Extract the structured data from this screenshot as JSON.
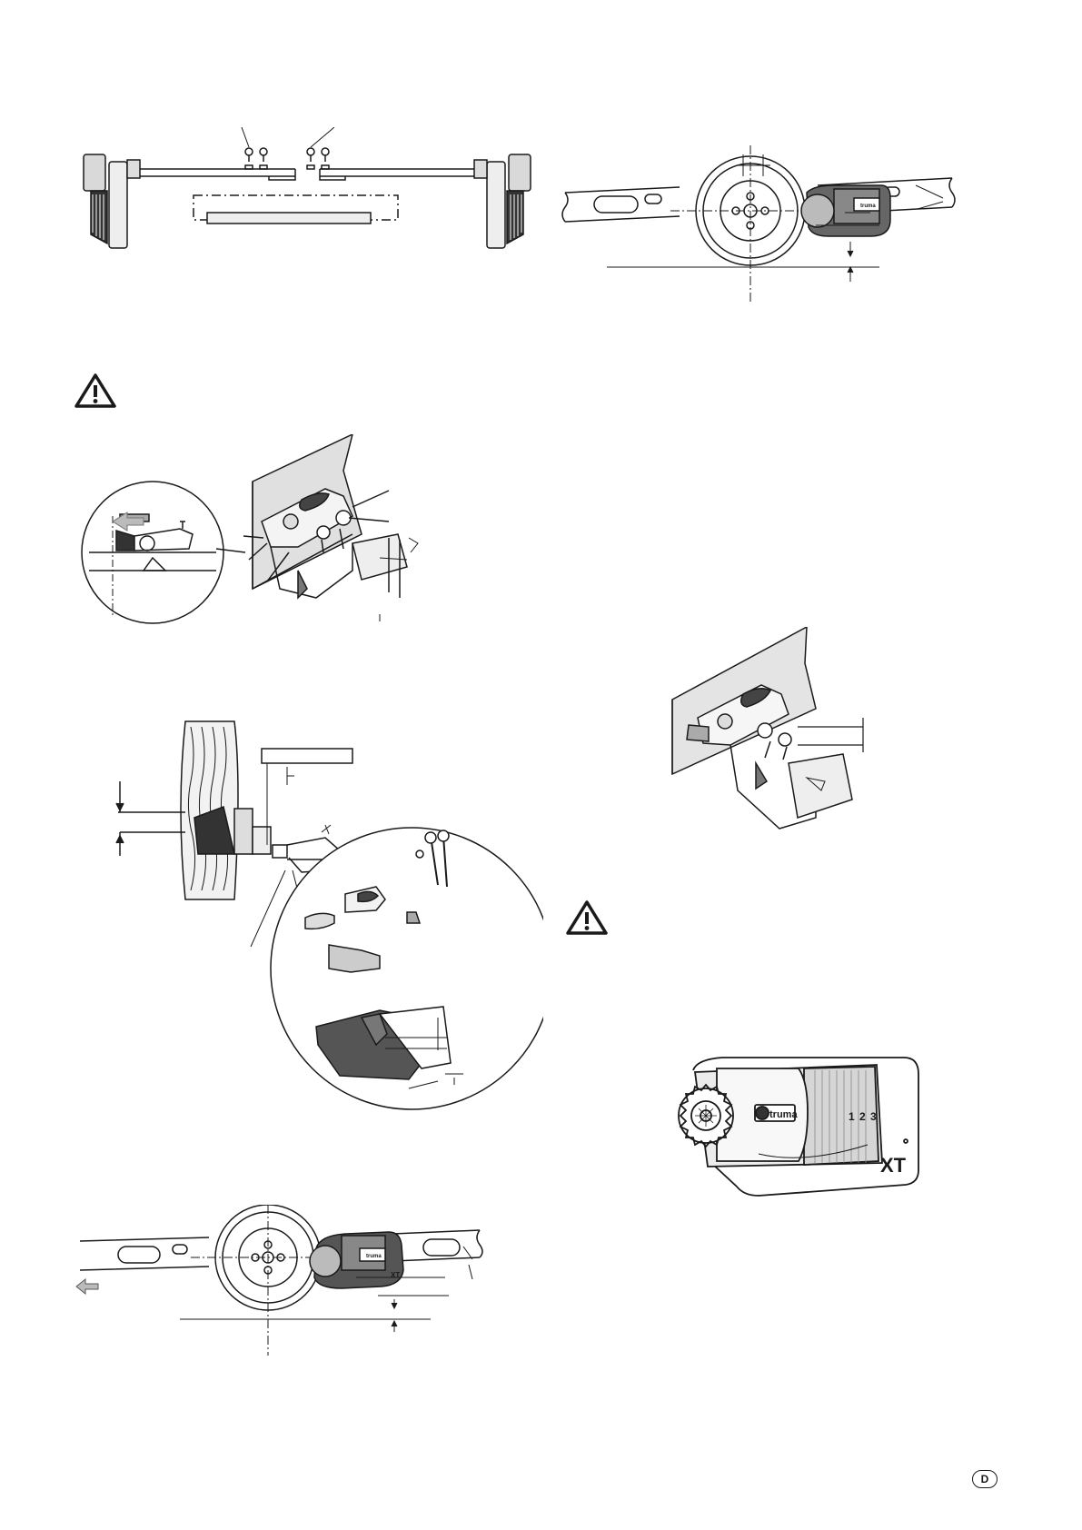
{
  "figures": {
    "mover_front": {
      "brand": "truma",
      "model": "XT",
      "speed_marks": [
        "1",
        "2",
        "3"
      ]
    },
    "wheel_side_right": {
      "brand": "truma"
    },
    "wheel_side_left": {
      "brand": "truma",
      "model": "XT"
    }
  },
  "page": {
    "language_badge": "D"
  }
}
